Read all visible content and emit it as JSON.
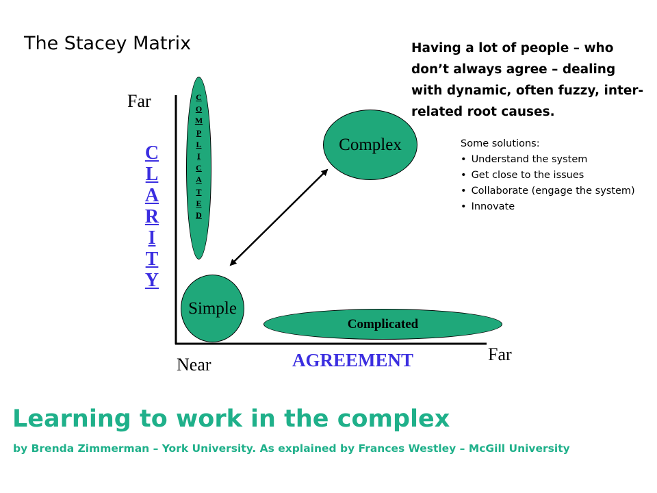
{
  "page_title": "The Stacey Matrix",
  "top_note": "Having a lot of people – who don’t always agree – dealing with dynamic, often fuzzy, inter-related root causes.",
  "solutions": {
    "heading": "Some solutions:",
    "items": [
      "Understand the system",
      "Get close to the issues",
      "Collaborate (engage the system)",
      "Innovate"
    ]
  },
  "axes": {
    "y_title": "CLARITY",
    "y_letters": [
      "C",
      "L",
      "A",
      "R",
      "I",
      "T",
      "Y"
    ],
    "y_far": "Far",
    "x_title": "AGREEMENT",
    "x_near": "Near",
    "x_far": "Far"
  },
  "regions": {
    "simple": "Simple",
    "complex": "Complex",
    "complicated_horizontal": "Complicated",
    "complicated_vertical_letters": [
      "C",
      "O",
      "M",
      "P",
      "L",
      "I",
      "C",
      "A",
      "T",
      "E",
      "D"
    ]
  },
  "main_title": "Learning to work in the complex",
  "byline": "by Brenda Zimmerman – York University. As explained by Frances Westley – McGill University",
  "colors": {
    "ellipse_fill": "#1fa87a",
    "axis_label_blue": "#3b2ee0",
    "title_green": "#1fb08a"
  }
}
